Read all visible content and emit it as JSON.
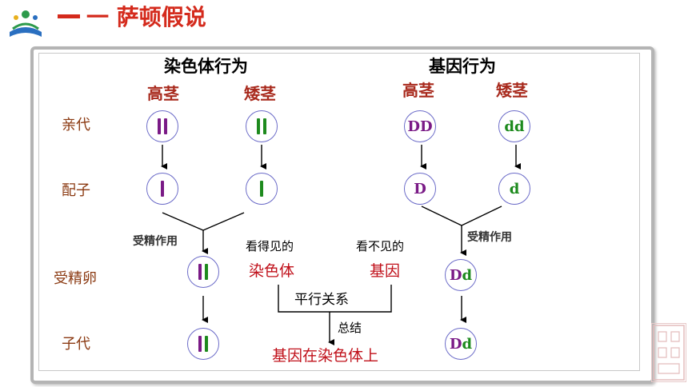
{
  "title": "一 萨顿假说",
  "headings": {
    "chromosome": "染色体行为",
    "gene": "基因行为"
  },
  "traits": {
    "tall": "高茎",
    "short": "矮茎"
  },
  "row_labels": {
    "parent": "亲代",
    "gamete": "配子",
    "zygote": "受精卵",
    "offspring": "子代"
  },
  "fertilization_label": "受精作用",
  "genes": {
    "parent_tall": "DD",
    "parent_short": "dd",
    "gamete_tall": "D",
    "gamete_short": "d",
    "zygote_dom": "D",
    "zygote_rec": "d"
  },
  "center": {
    "visible": "看得见的",
    "chromosome": "染色体",
    "invisible": "看不见的",
    "gene": "基因",
    "parallel": "平行关系",
    "summary": "总结",
    "conclusion": "基因在染色体上"
  },
  "colors": {
    "tall": "#7a1a86",
    "short": "#1d8a1d",
    "accent": "#c0101a",
    "label": "#8b3a12"
  }
}
